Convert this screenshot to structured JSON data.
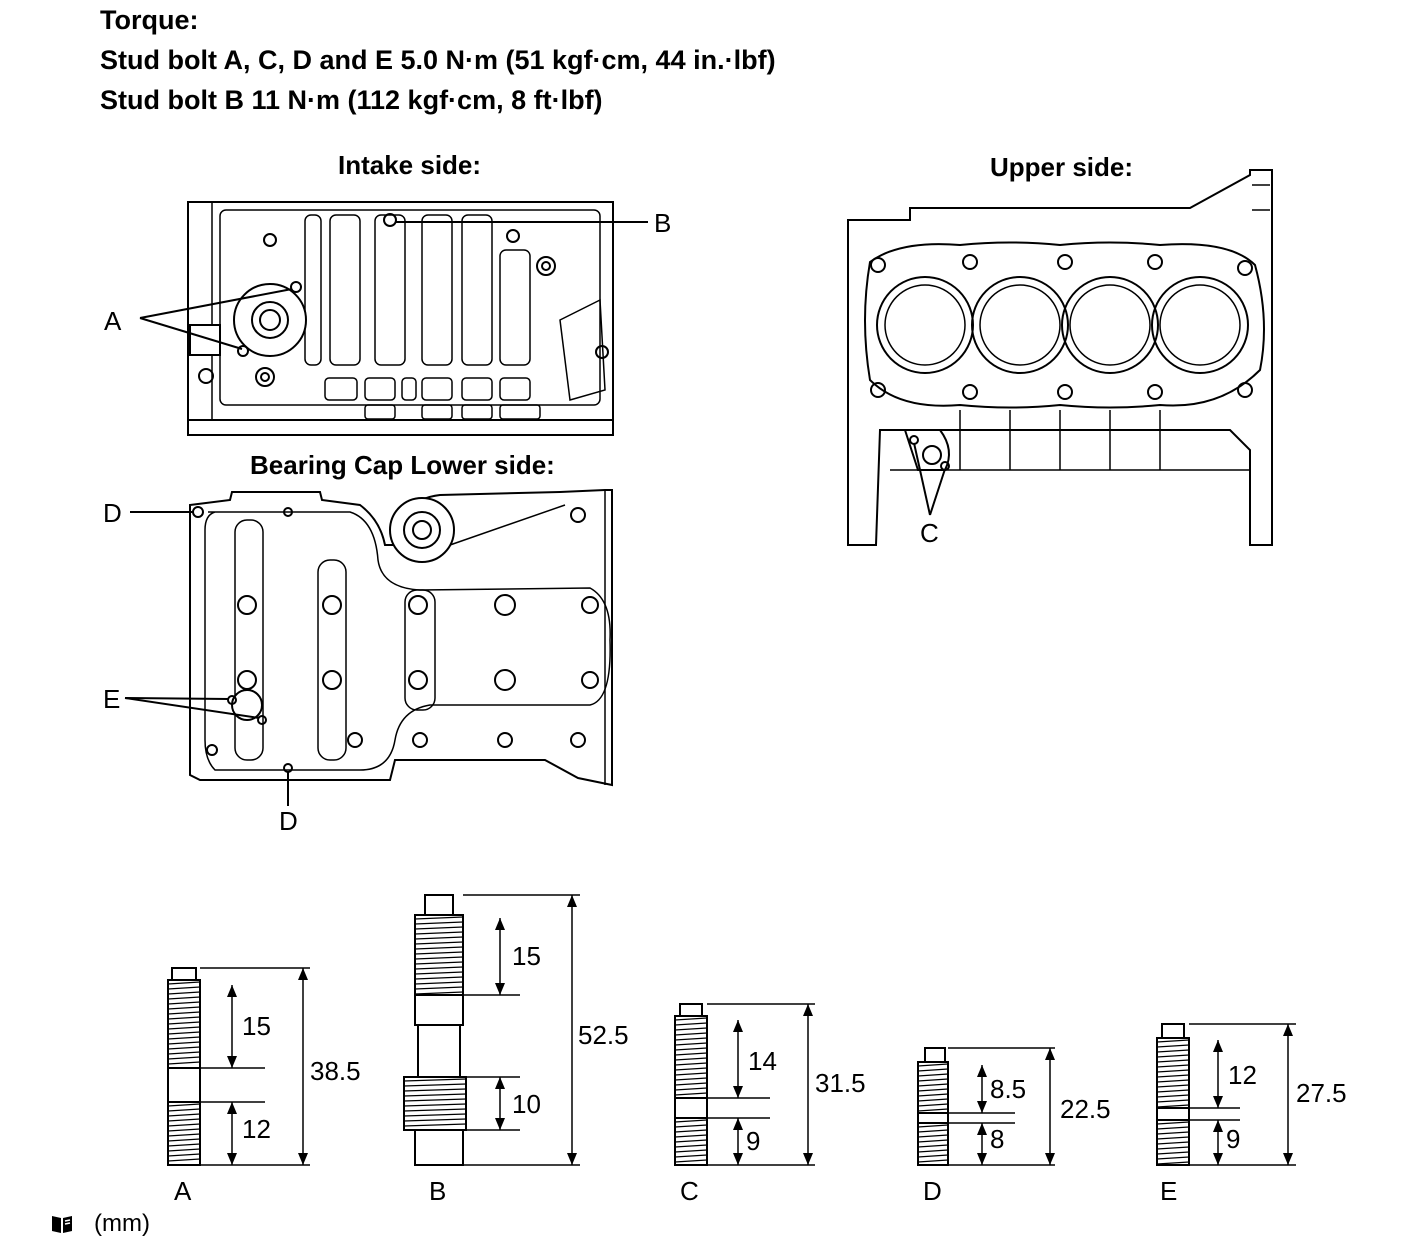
{
  "torque": {
    "heading": "Torque:",
    "line1": "Stud bolt A, C, D and E 5.0 N·m (51 kgf·cm, 44 in.·lbf)",
    "line2": "Stud bolt B 11 N·m (112 kgf·cm, 8 ft·lbf)"
  },
  "views": {
    "intake": {
      "title": "Intake side:",
      "callouts": [
        "A",
        "B"
      ]
    },
    "upper": {
      "title": "Upper side:",
      "callouts": [
        "C"
      ]
    },
    "bearing": {
      "title": "Bearing Cap Lower side:",
      "callouts": [
        "D",
        "E",
        "D"
      ]
    }
  },
  "bolts": [
    {
      "label": "A",
      "dims": [
        "15",
        "12"
      ],
      "total": "38.5"
    },
    {
      "label": "B",
      "dims": [
        "15",
        "10"
      ],
      "total": "52.5"
    },
    {
      "label": "C",
      "dims": [
        "14",
        "9"
      ],
      "total": "31.5"
    },
    {
      "label": "D",
      "dims": [
        "8.5",
        "8"
      ],
      "total": "22.5"
    },
    {
      "label": "E",
      "dims": [
        "12",
        "9"
      ],
      "total": "27.5"
    }
  ],
  "footer": {
    "icon": "book-icon",
    "unit": "(mm)"
  }
}
